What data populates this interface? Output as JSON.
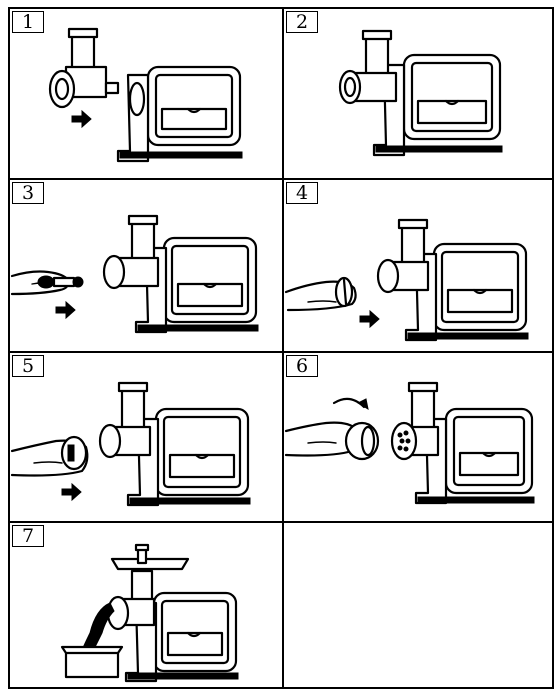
{
  "steps": [
    {
      "number": "1"
    },
    {
      "number": "2"
    },
    {
      "number": "3"
    },
    {
      "number": "4"
    },
    {
      "number": "5"
    },
    {
      "number": "6"
    },
    {
      "number": "7"
    }
  ],
  "colors": {
    "line": "#000000",
    "background": "#ffffff"
  }
}
